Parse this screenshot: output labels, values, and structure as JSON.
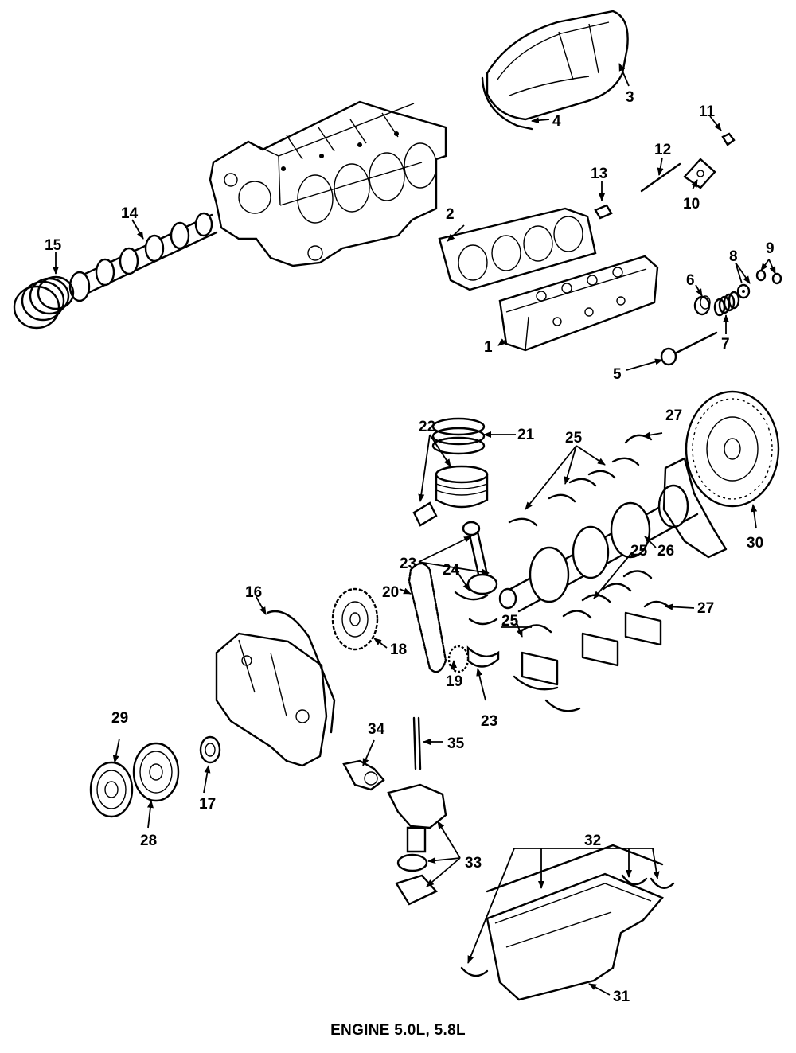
{
  "caption": "ENGINE 5.0L, 5.8L",
  "callouts": {
    "c1": "1",
    "c2": "2",
    "c3": "3",
    "c4": "4",
    "c5": "5",
    "c6": "6",
    "c7": "7",
    "c8": "8",
    "c9": "9",
    "c10": "10",
    "c11": "11",
    "c12": "12",
    "c13": "13",
    "c14": "14",
    "c15": "15",
    "c16": "16",
    "c17": "17",
    "c18": "18",
    "c19": "19",
    "c20": "20",
    "c21": "21",
    "c22": "22",
    "c23a": "23",
    "c23b": "23",
    "c24": "24",
    "c25a": "25",
    "c25b": "25",
    "c25c": "25",
    "c26": "26",
    "c27a": "27",
    "c27b": "27",
    "c28": "28",
    "c29": "29",
    "c30": "30",
    "c31": "31",
    "c32": "32",
    "c33": "33",
    "c34": "34",
    "c35": "35"
  }
}
